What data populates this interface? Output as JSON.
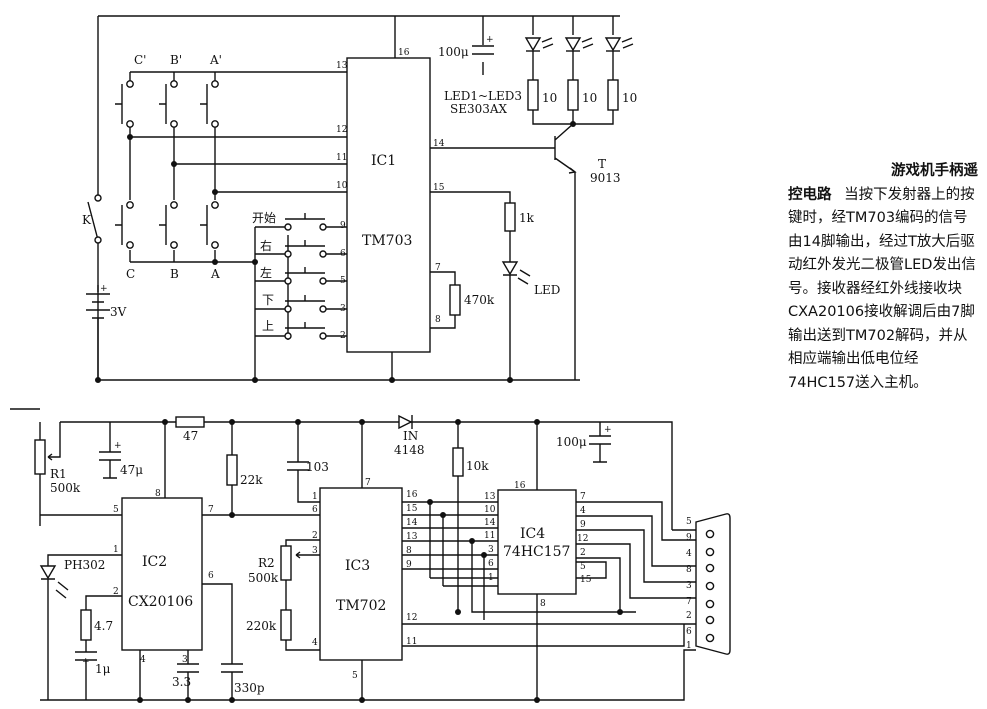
{
  "caption": {
    "title_line1": "游戏机手柄遥",
    "title_line2": "控电路",
    "body": "当按下发射器上的按键时，经TM703编码的信号由14脚输出，经过T放大后驱动红外发光二极管LED发出信号。接收器经红外线接收块CXA20106接收解调后由7脚输出送到TM702解码，并从相应端输出低电位经74HC157送入主机。"
  },
  "transmitter": {
    "ic1_name": "IC1",
    "ic1_model": "TM703",
    "switch_k": "K",
    "battery": "3V",
    "cap_100u": "100μ",
    "leds_label": "LED1~LED3",
    "leds_model": "SE303AX",
    "res_10_a": "10",
    "res_10_b": "10",
    "res_10_c": "10",
    "transistor_t": "T",
    "transistor_model": "9013",
    "res_1k": "1k",
    "led": "LED",
    "res_470k": "470k",
    "btn_c_top": "C'",
    "btn_b_top": "B'",
    "btn_a_top": "A'",
    "btn_c": "C",
    "btn_b": "B",
    "btn_a": "A",
    "btn_start": "开始",
    "btn_right": "右",
    "btn_left": "左",
    "btn_down": "下",
    "btn_up": "上",
    "pins": {
      "p16": "16",
      "p13": "13",
      "p12": "12",
      "p11": "11",
      "p10": "10",
      "p9": "9",
      "p6": "6",
      "p5": "5",
      "p3": "3",
      "p2": "2",
      "p14": "14",
      "p15": "15",
      "p7": "7",
      "p8": "8"
    }
  },
  "receiver": {
    "r1": "R1",
    "r1_val": "500k",
    "cap_47u": "47μ",
    "res_47": "47",
    "res_22k": "22k",
    "cap_103": "103",
    "diode": "IN",
    "diode_model": "4148",
    "res_10k": "10k",
    "cap_100u": "100μ",
    "ph": "PH302",
    "ic2_name": "IC2",
    "ic2_model": "CX20106",
    "res_4_7": "4.7",
    "cap_1u": "1μ",
    "cap_3_3": "3.3",
    "cap_330p": "330p",
    "r2": "R2",
    "r2_val": "500k",
    "res_220k": "220k",
    "ic3_name": "IC3",
    "ic3_model": "TM702",
    "ic4_name": "IC4",
    "ic4_model": "74HC157",
    "ic2_pins": {
      "p5": "5",
      "p8": "8",
      "p7": "7",
      "p1": "1",
      "p2": "2",
      "p6": "6",
      "p4": "4",
      "p3": "3"
    },
    "ic3_pins": {
      "p7": "7",
      "p1": "1",
      "p6": "6",
      "p2": "2",
      "p3": "3",
      "p4": "4",
      "p16": "16",
      "p15": "15",
      "p14": "14",
      "p13": "13",
      "p8": "8",
      "p9": "9",
      "p12": "12",
      "p11": "11",
      "p5": "5"
    },
    "ic4_pins": {
      "p16": "16",
      "p13": "13",
      "p10": "10",
      "p14": "14",
      "p11": "11",
      "p3": "3",
      "p6": "6",
      "p1": "1",
      "p7": "7",
      "p4": "4",
      "p9": "9",
      "p12": "12",
      "p2": "2",
      "p5": "5",
      "p15": "15",
      "p8": "8"
    },
    "connector_pins": [
      "5",
      "9",
      "4",
      "8",
      "3",
      "7",
      "2",
      "6",
      "1"
    ]
  }
}
